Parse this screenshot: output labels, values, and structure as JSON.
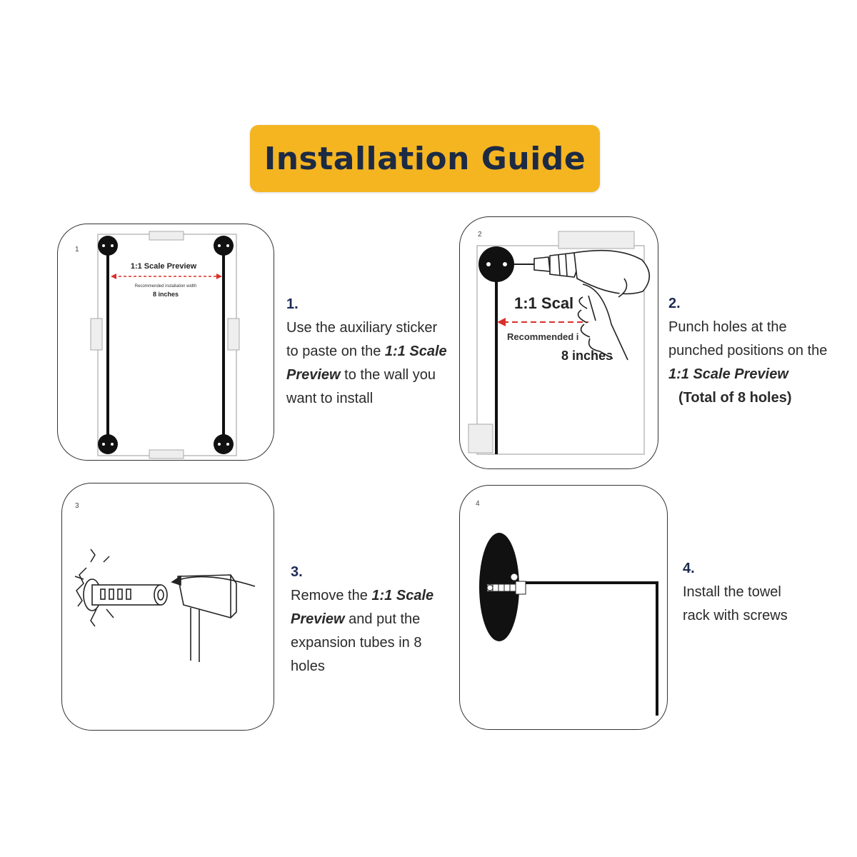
{
  "title": "Installation Guide",
  "colors": {
    "badge": "#f5b521",
    "title_text": "#1c2a44",
    "step_number": "#1e2a55",
    "arrow": "#d9302b"
  },
  "panels": [
    {
      "number": "1",
      "preview_label": "1:1 Scale Preview",
      "recommended_label": "Recommended installation width",
      "width_label": "8 inches"
    },
    {
      "number": "2",
      "preview_label": "1:1 Scal",
      "recommended_label": "Recommended i",
      "width_label": "8 inches"
    },
    {
      "number": "3"
    },
    {
      "number": "4"
    }
  ],
  "steps": [
    {
      "number": "1.",
      "text_a": "Use the auxiliary sticker to paste on the ",
      "em": "1:1 Scale Preview",
      "text_b": " to the wall you want to install"
    },
    {
      "number": "2.",
      "text_a": "Punch holes at the punched positions on the ",
      "em": "1:1 Scale Preview",
      "text_b": "",
      "extra": "(Total of 8 holes)"
    },
    {
      "number": "3.",
      "text_a": "Remove the ",
      "em": "1:1 Scale Preview",
      "text_b": " and put the expansion tubes in 8 holes"
    },
    {
      "number": "4.",
      "text_a": "Install the towel rack with screws",
      "em": "",
      "text_b": ""
    }
  ]
}
